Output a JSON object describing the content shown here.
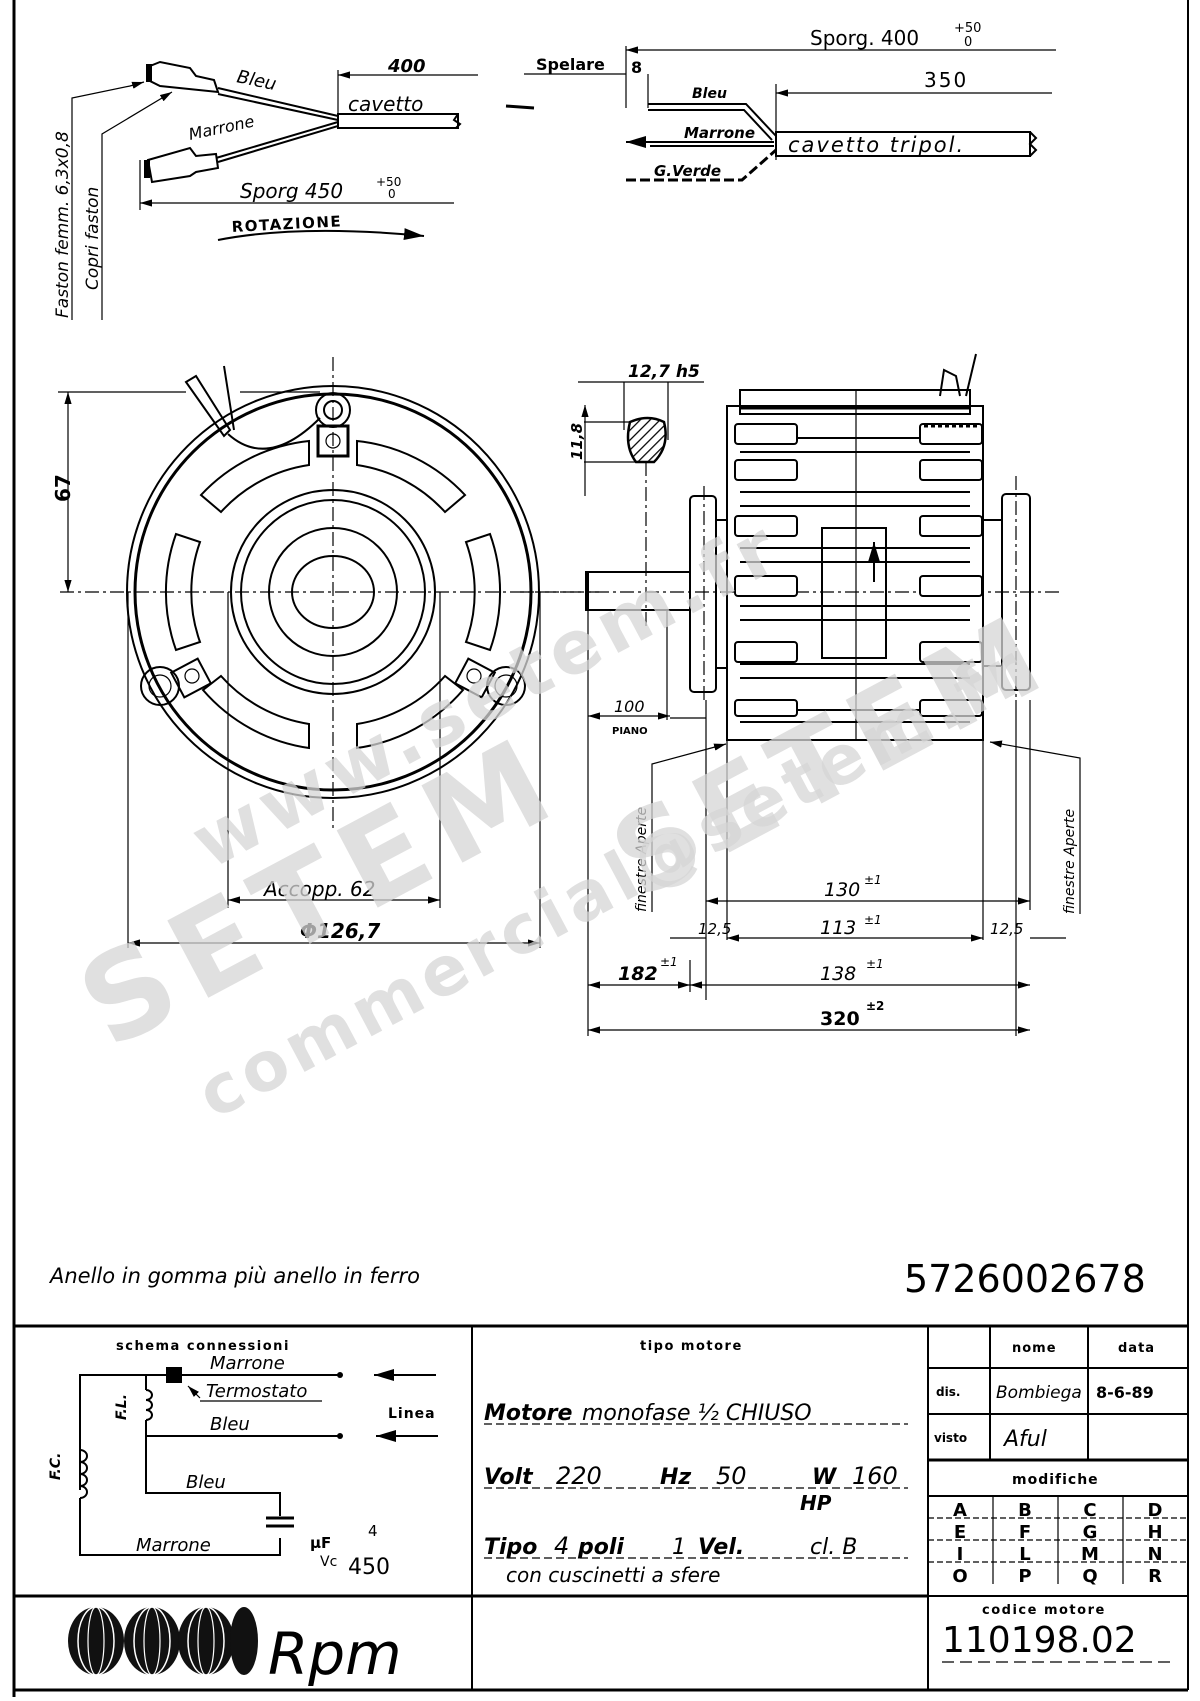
{
  "drawing": {
    "type": "technical drawing - single phase motor",
    "part_number": "5726002678",
    "note_bottom": "Anello in gomma più anello in ferro"
  },
  "wiring_left": {
    "fastons_label": "Faston femm. 6,3x0,8",
    "cover_label": "Copri faston",
    "wire_blue": "Bleu",
    "wire_brown": "Marrone",
    "cable_label": "cavetto",
    "dim_cable": "400",
    "dim_protrusion": "Sporg 450",
    "dim_protrusion_tol_plus": "+50",
    "dim_protrusion_tol_minus": "0",
    "rotation_label": "ROTAZIONE"
  },
  "wiring_right": {
    "strip_label": "Spelare",
    "strip_dim": "8",
    "dim_protrusion": "Sporg. 400",
    "dim_protrusion_tol_plus": "+50",
    "dim_protrusion_tol_minus": "0",
    "dim_cable": "350",
    "wire_blue": "Bleu",
    "wire_brown": "Marrone",
    "wire_ground": "G.Verde",
    "cable_label": "cavetto tripol."
  },
  "front_view": {
    "dim_height": "67",
    "dim_coupling": "Accopp. 62",
    "dim_diameter": "Φ126,7"
  },
  "shaft_section": {
    "dim_width": "12,7 h5",
    "dim_flat": "11,8"
  },
  "side_view": {
    "dim_plane": "100",
    "plane_label": "PIANO",
    "window_label_left": "finestre Aperte",
    "window_label_right": "finestre Aperte",
    "dim_130": "130",
    "dim_130_tol": "±1",
    "dim_113": "113",
    "dim_113_tol": "±1",
    "dim_12_5_left": "12,5",
    "dim_12_5_right": "12,5",
    "dim_182": "182",
    "dim_182_tol": "±1",
    "dim_138": "138",
    "dim_138_tol": "±1",
    "dim_320": "320",
    "dim_320_tol": "±2"
  },
  "watermarks": [
    "www.setem.fr",
    "SETEM",
    "SETEM",
    "commercial@setem.fr"
  ],
  "title_block": {
    "schema": {
      "title": "schema connessioni",
      "wire_brown_top": "Marrone",
      "thermostat": "Termostato",
      "wire_blue_mid": "Bleu",
      "line_label": "Linea",
      "winding_fl": "F.L.",
      "winding_fc": "F.C.",
      "wire_blue_low": "Bleu",
      "wire_brown_low": "Marrone",
      "capacitor_uf_label": "μF",
      "capacitor_uf": "4",
      "capacitor_vc_label": "Vc",
      "capacitor_vc": "450"
    },
    "motor_type": {
      "title": "tipo motore",
      "line1_bold": "Motore",
      "line1_rest": "monofase ½ CHIUSO",
      "volt_label": "Volt",
      "volt": "220",
      "hz_label": "Hz",
      "hz": "50",
      "w_label": "W",
      "w": "160",
      "hp_label": "HP",
      "type_label": "Tipo",
      "poles": "4",
      "poles_label": "poli",
      "speeds": "1",
      "speeds_label": "Vel.",
      "class": "cl. B",
      "bearings": "con cuscinetti a sfere"
    },
    "approval": {
      "col_name": "nome",
      "col_date": "data",
      "row_drawn": "dis.",
      "drawn_by": "Bombiega",
      "drawn_date": "8-6-89",
      "row_checked": "visto",
      "checked_by": "Aful"
    },
    "revisions": {
      "title": "modifiche",
      "letters": [
        [
          "A",
          "B",
          "C",
          "D"
        ],
        [
          "E",
          "F",
          "G",
          "H"
        ],
        [
          "I",
          "L",
          "M",
          "N"
        ],
        [
          "O",
          "P",
          "Q",
          "R"
        ]
      ]
    },
    "motor_code": {
      "label": "codice motore",
      "value": "110198.02"
    },
    "logo_text": "Rpm"
  }
}
